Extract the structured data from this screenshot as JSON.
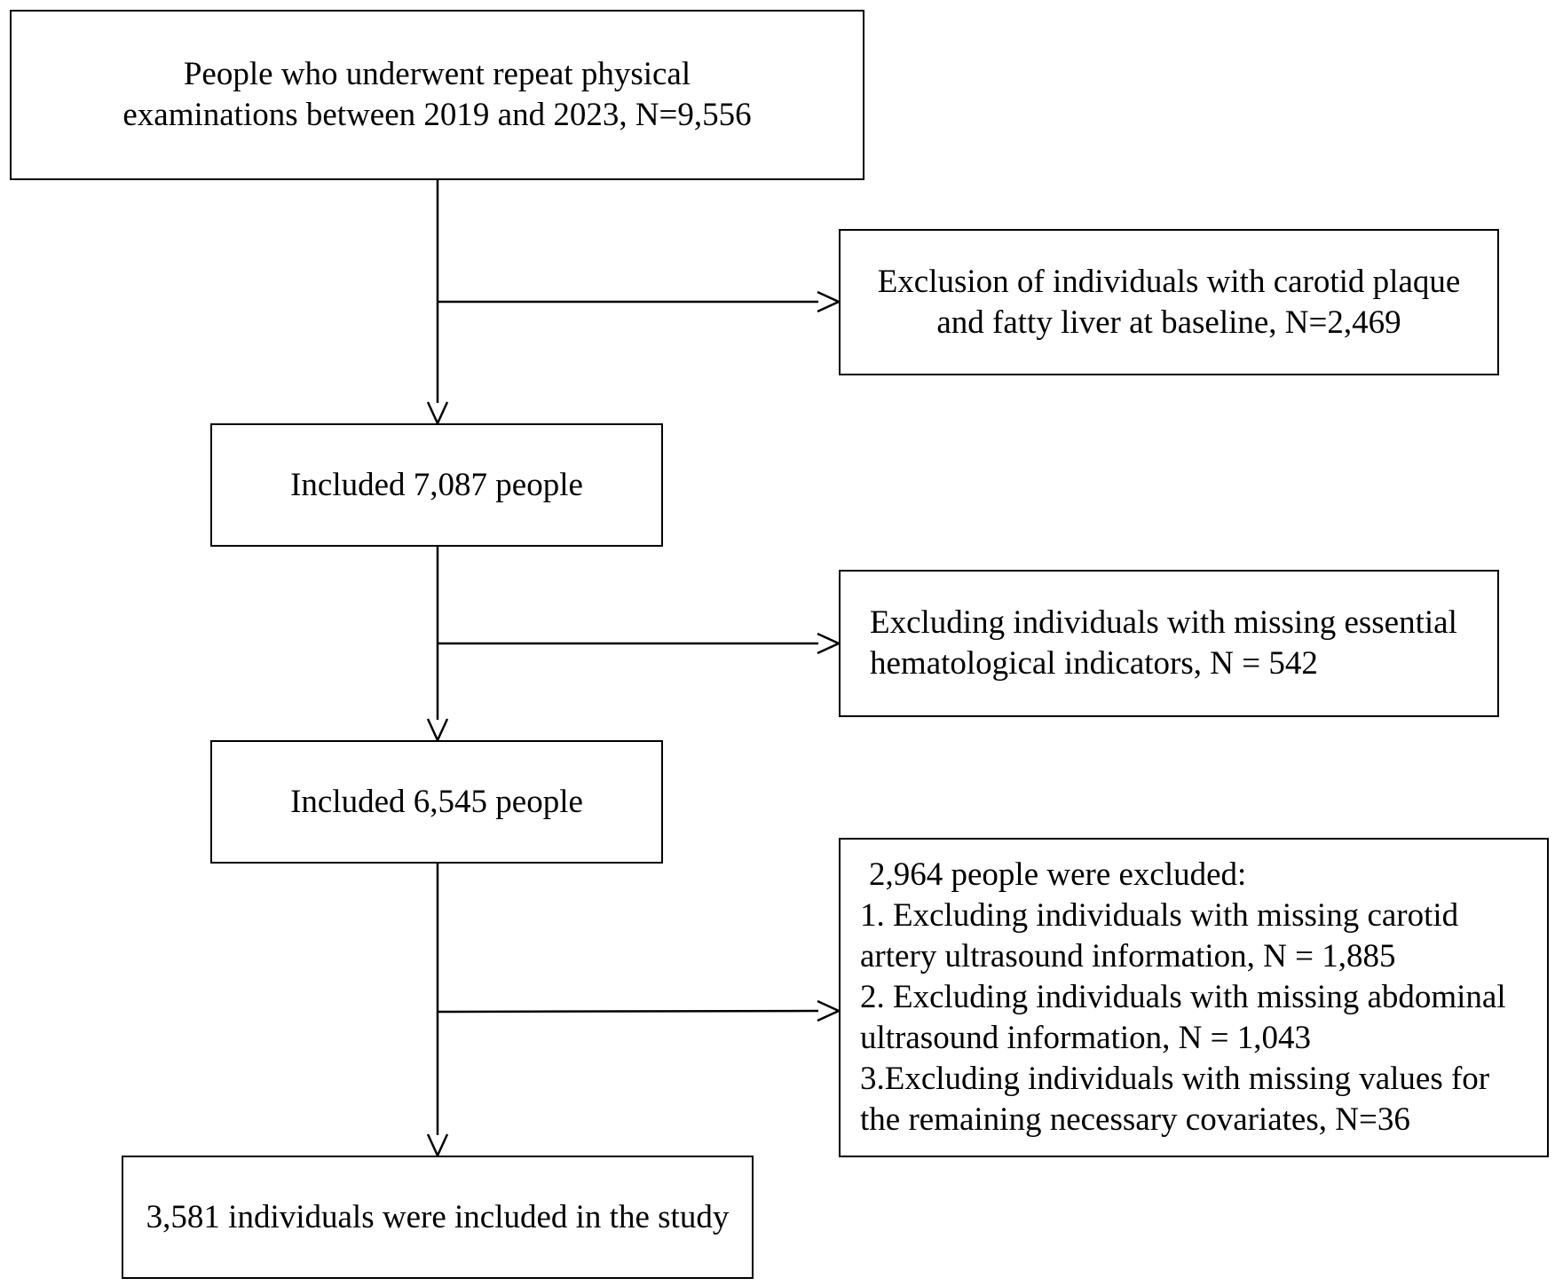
{
  "flowchart": {
    "start": {
      "lines": [
        "People who underwent repeat physical",
        "examinations between 2019 and 2023, N=9,556"
      ]
    },
    "exclusion_1": {
      "lines": [
        "Exclusion of individuals with carotid plaque",
        "and fatty liver at baseline, N=2,469"
      ]
    },
    "included_1": {
      "text": "Included 7,087 people"
    },
    "exclusion_2": {
      "lines": [
        "Excluding individuals with missing essential",
        "hematological indicators, N = 542"
      ]
    },
    "included_2": {
      "text": "Included 6,545 people"
    },
    "exclusion_3": {
      "lines": [
        "2,964 people were excluded:",
        "1. Excluding individuals with missing carotid",
        "artery ultrasound information, N = 1,885",
        "2. Excluding individuals with missing abdominal",
        "ultrasound information, N = 1,043",
        "3.Excluding individuals with missing values for",
        "the remaining necessary covariates, N=36"
      ]
    },
    "final": {
      "text": "3,581 individuals were included in the study"
    }
  },
  "colors": {
    "stroke": "#000000",
    "background": "#ffffff"
  }
}
